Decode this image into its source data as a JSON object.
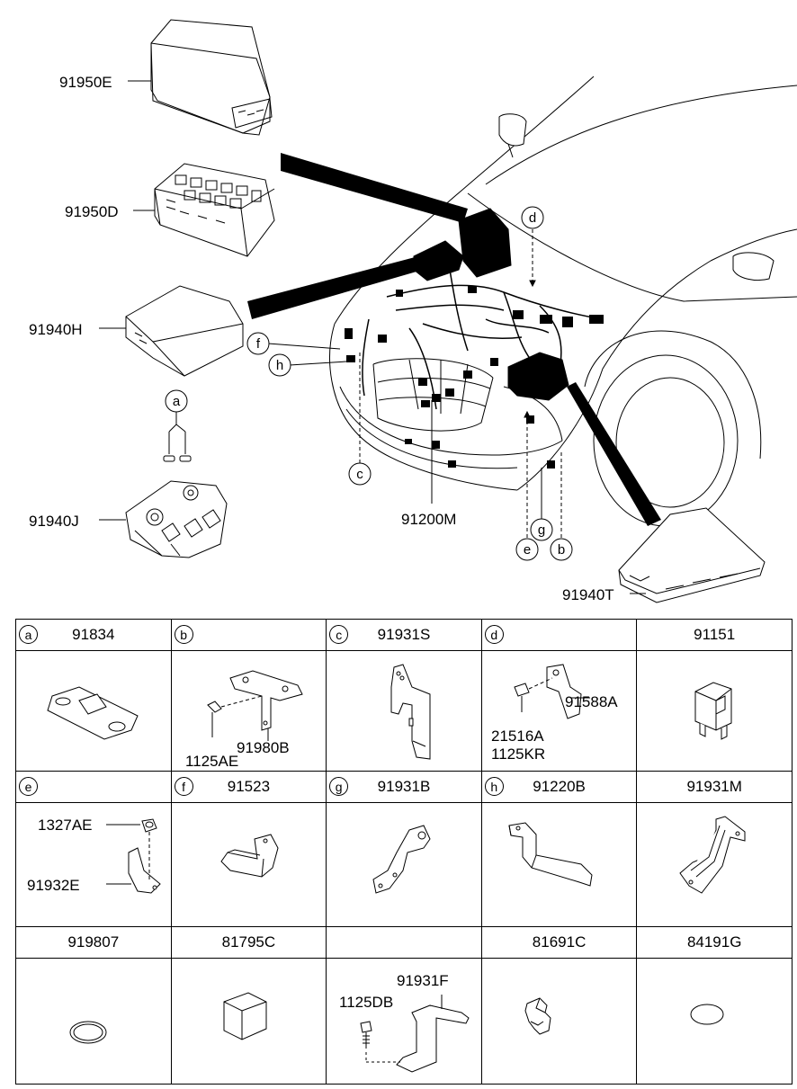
{
  "main_diagram": {
    "labels": {
      "p91950E": "91950E",
      "p91950D": "91950D",
      "p91940H": "91940H",
      "p91940J": "91940J",
      "p91200M": "91200M",
      "p91940T": "91940T"
    },
    "callouts": {
      "a": "a",
      "b": "b",
      "c": "c",
      "d": "d",
      "e": "e",
      "f": "f",
      "g": "g",
      "h": "h"
    }
  },
  "parts_table": {
    "row1": [
      {
        "letter": "a",
        "part": "91834"
      },
      {
        "letter": "b",
        "part": "",
        "labels": [
          "1125AE",
          "91980B"
        ]
      },
      {
        "letter": "c",
        "part": "91931S"
      },
      {
        "letter": "d",
        "part": "",
        "labels": [
          "91588A",
          "21516A",
          "1125KR"
        ]
      },
      {
        "letter": "",
        "part": "91151"
      }
    ],
    "row2": [
      {
        "letter": "e",
        "part": "",
        "labels": [
          "1327AE",
          "91932E"
        ]
      },
      {
        "letter": "f",
        "part": "91523"
      },
      {
        "letter": "g",
        "part": "91931B"
      },
      {
        "letter": "h",
        "part": "91220B"
      },
      {
        "letter": "",
        "part": "91931M"
      }
    ],
    "row3": [
      {
        "letter": "",
        "part": "919807"
      },
      {
        "letter": "",
        "part": "81795C"
      },
      {
        "letter": "",
        "part": "",
        "labels": [
          "91931F",
          "1125DB"
        ]
      },
      {
        "letter": "",
        "part": "81691C"
      },
      {
        "letter": "",
        "part": "84191G"
      }
    ]
  }
}
